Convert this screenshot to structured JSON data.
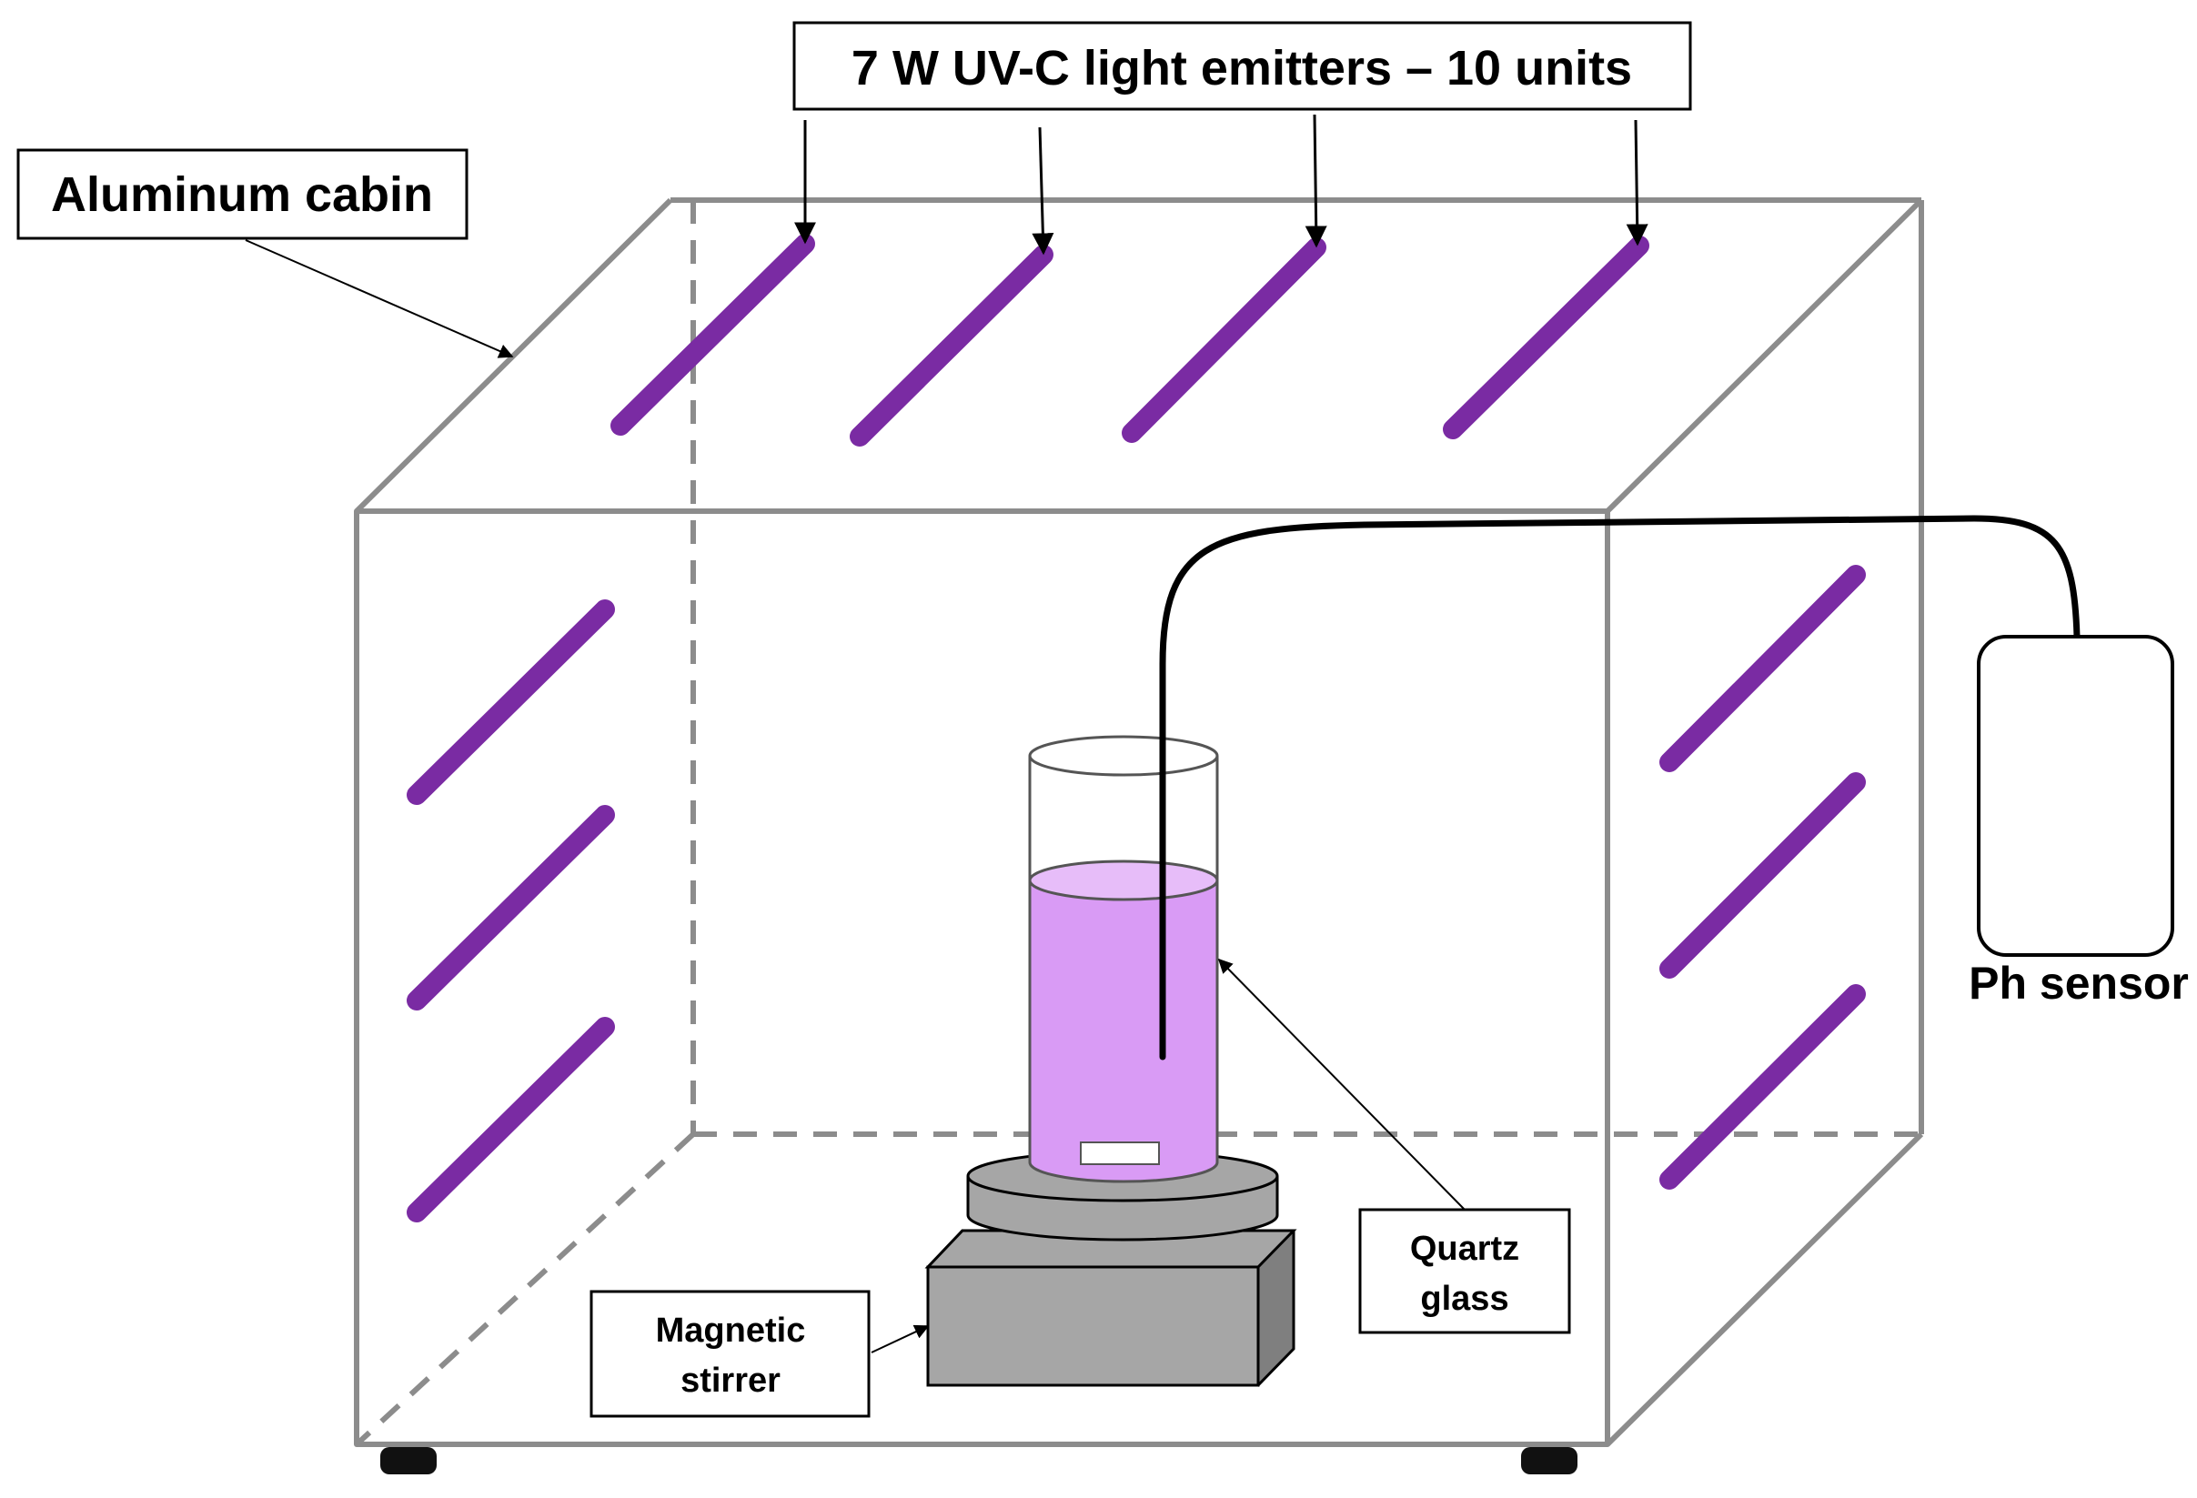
{
  "labels": {
    "emitters": "7 W UV-C light emitters – 10 units",
    "cabin": "Aluminum cabin",
    "quartz_line1": "Quartz",
    "quartz_line2": "glass",
    "stirrer_line1": "Magnetic",
    "stirrer_line2": "stirrer",
    "sensor": "Ph sensor"
  },
  "colors": {
    "lamp": "#7a2ba3",
    "liquid": "#d99bf5",
    "liquid_top": "#e7bdf9",
    "cabin_edge": "#8c8c8c",
    "stirrer_top": "#a6a6a6",
    "stirrer_side": "#7f7f7f"
  },
  "emitter_count": 10
}
